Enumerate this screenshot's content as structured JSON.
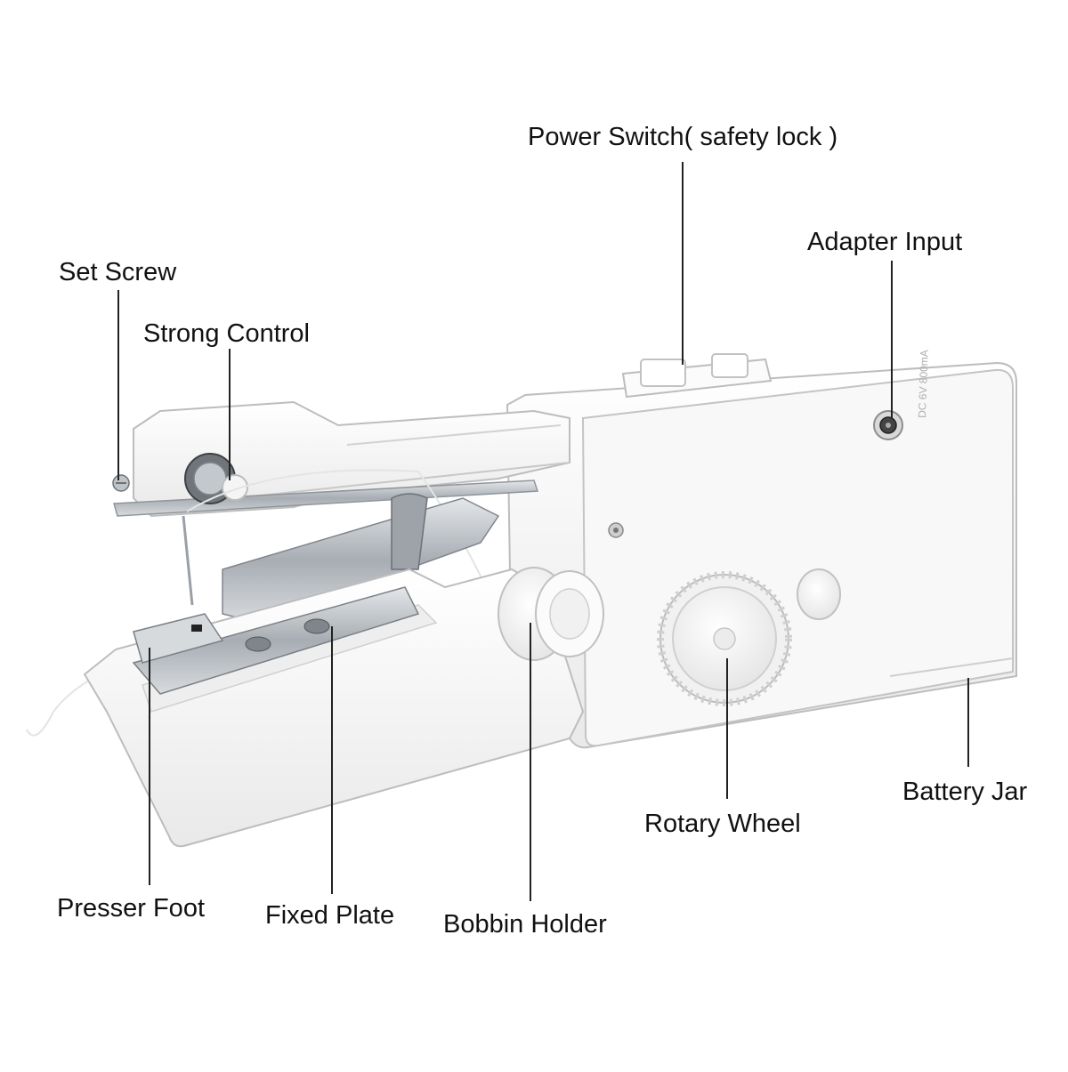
{
  "callouts": {
    "power_switch": "Power Switch( safety lock )",
    "adapter_input": "Adapter Input",
    "set_screw": "Set Screw",
    "strong_control": "Strong Control",
    "battery_jar": "Battery Jar",
    "rotary_wheel": "Rotary Wheel",
    "presser_foot": "Presser Foot",
    "fixed_plate": "Fixed Plate",
    "bobbin_holder": "Bobbin Holder"
  },
  "body_print": "DC 6V 800mA",
  "colors": {
    "background": "#ffffff",
    "body": "#f6f6f6",
    "outline": "#b9b9b9",
    "metal": "#c9cdd2",
    "leader": "#222222"
  }
}
